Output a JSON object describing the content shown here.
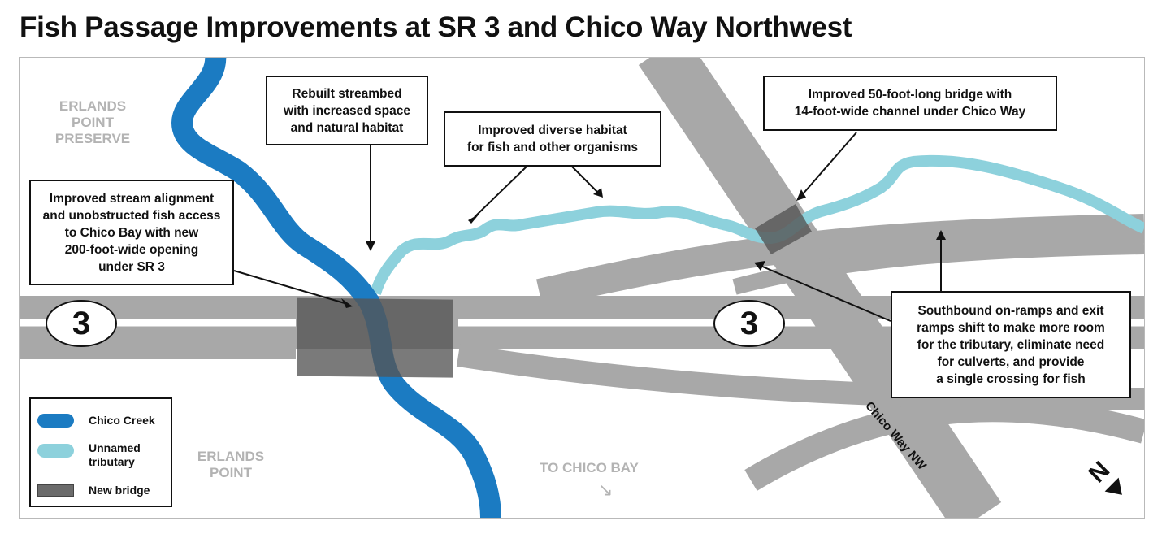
{
  "title": "Fish Passage Improvements at SR 3 and Chico Way Northwest",
  "places": {
    "preserve": [
      "ERLANDS",
      "POINT",
      "PRESERVE"
    ],
    "point": [
      "ERLANDS",
      "POINT"
    ],
    "to_bay": "TO CHICO BAY"
  },
  "route_shield": "3",
  "road_label": "Chico Way NW",
  "callouts": {
    "streambed": [
      "Rebuilt streambed",
      "with increased space",
      "and natural habitat"
    ],
    "habitat": [
      "Improved diverse habitat",
      "for fish and other organisms"
    ],
    "bridge": [
      "Improved 50-foot-long bridge with",
      "14-foot-wide channel under Chico Way"
    ],
    "alignment": [
      "Improved stream alignment",
      "and unobstructed fish access",
      "to Chico Bay with new",
      "200-foot-wide opening",
      "under SR 3"
    ],
    "ramps": [
      "Southbound on-ramps and exit",
      "ramps shift to make more room",
      "for the tributary, eliminate need",
      "for culverts, and provide",
      "a single crossing for fish"
    ]
  },
  "legend": [
    {
      "label": "Chico Creek",
      "color": "#1b7bc2"
    },
    {
      "label": "Unnamed tributary",
      "color": "#8dd1dc"
    },
    {
      "label": "New bridge",
      "color": "#6b6b6b"
    }
  ],
  "colors": {
    "road": "#a8a8a8",
    "creek": "#1b7bc2",
    "tributary": "#8dd1dc",
    "bridge": "#6b6b6b"
  },
  "north_arrow_icon": "north-arrow-icon"
}
